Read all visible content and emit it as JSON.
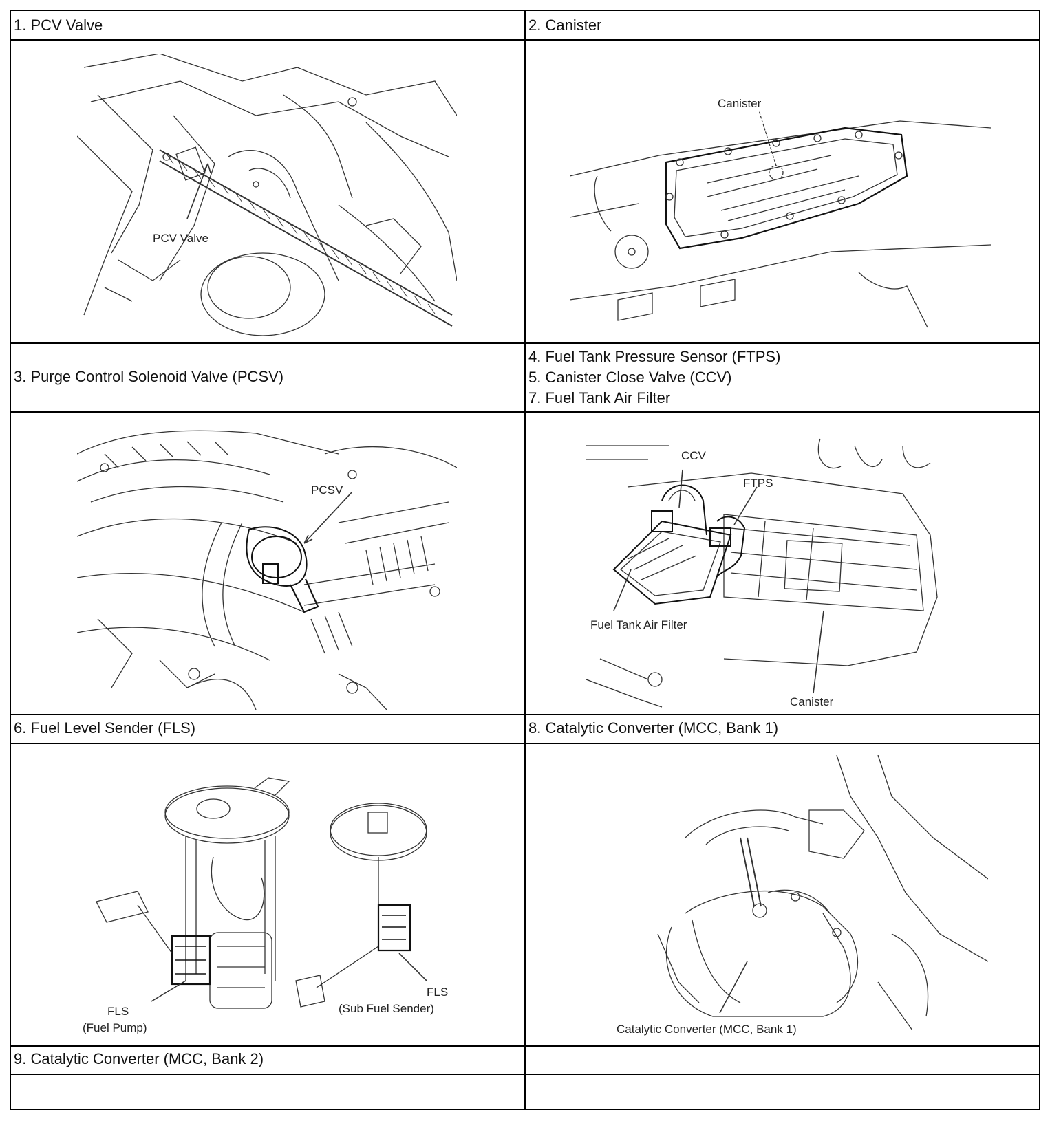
{
  "cells": {
    "pcv": {
      "title": "1. PCV Valve",
      "label": "PCV Valve"
    },
    "canister": {
      "title": "2. Canister",
      "label": "Canister"
    },
    "pcsv": {
      "title": "3. Purge Control Solenoid Valve (PCSV)",
      "label": "PCSV"
    },
    "ftps": {
      "titles": [
        "4. Fuel Tank Pressure Sensor (FTPS)",
        "5. Canister Close Valve (CCV)",
        "7. Fuel Tank Air Filter"
      ],
      "labels": {
        "ccv": "CCV",
        "ftps": "FTPS",
        "filter": "Fuel Tank Air Filter",
        "canister": "Canister"
      }
    },
    "fls": {
      "title": "6. Fuel Level Sender (FLS)",
      "labels": {
        "fls1": "FLS",
        "pump": "(Fuel Pump)",
        "fls2": "FLS",
        "sub": "(Sub Fuel Sender)"
      }
    },
    "mcc1": {
      "title": "8. Catalytic Converter (MCC, Bank 1)",
      "label": "Catalytic Converter (MCC, Bank 1)"
    },
    "mcc2": {
      "title": "9. Catalytic Converter (MCC, Bank 2)"
    },
    "empty": {
      "title": ""
    }
  }
}
